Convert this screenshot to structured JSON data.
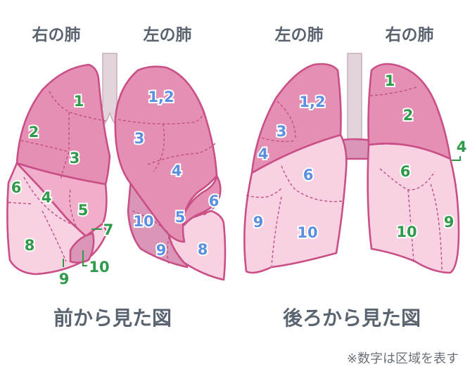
{
  "headers": {
    "front_right": "右の肺",
    "front_left": "左の肺",
    "back_left": "左の肺",
    "back_right": "右の肺"
  },
  "captions": {
    "front": "前から見た図",
    "back": "後ろから見た図"
  },
  "note": "※数字は区域を表す",
  "segments": {
    "front_right": [
      "1",
      "2",
      "3",
      "4",
      "5",
      "6",
      "7",
      "8",
      "9",
      "10"
    ],
    "front_left": [
      "1,2",
      "3",
      "4",
      "5",
      "6",
      "8",
      "9",
      "10"
    ],
    "back_left": [
      "1,2",
      "3",
      "4",
      "6",
      "9",
      "10"
    ],
    "back_right": [
      "1",
      "2",
      "4",
      "6",
      "10",
      "9"
    ]
  },
  "colors": {
    "right_lung_label": "#2e9a4a",
    "left_lung_label": "#5c8fe0",
    "outline": "#c94f86",
    "lobe_dark": "#e58fb5",
    "lobe_light": "#f8d2e2",
    "text": "#5a6470"
  }
}
